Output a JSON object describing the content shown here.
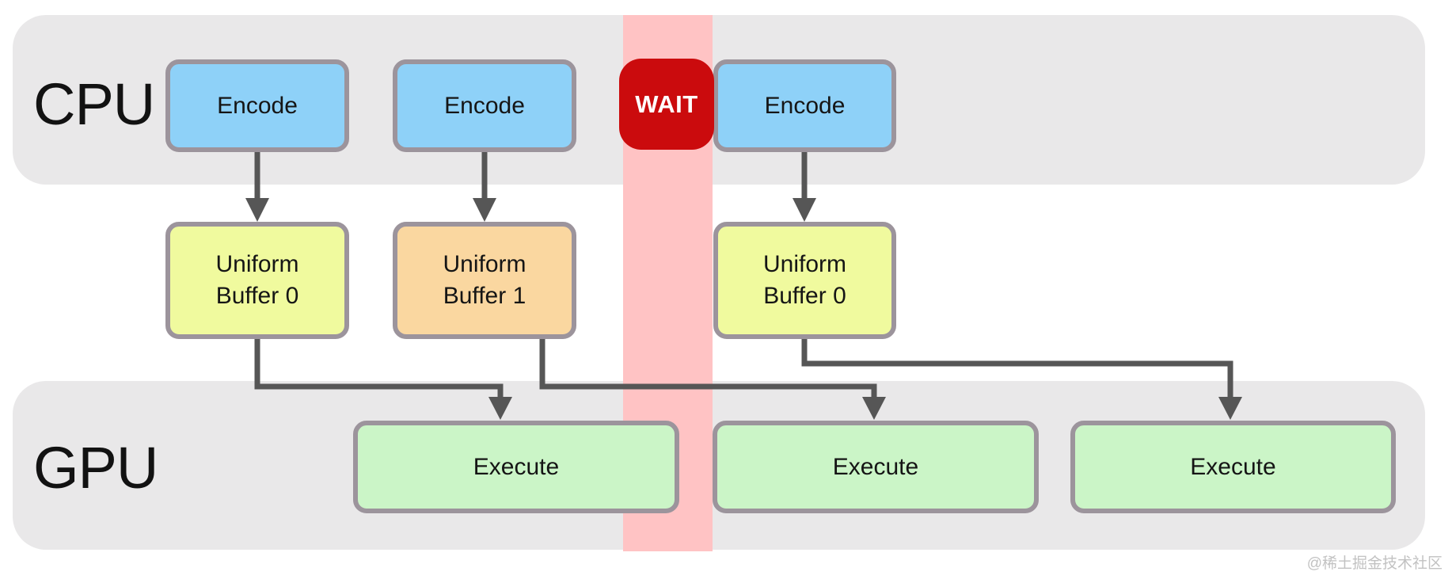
{
  "colors": {
    "lane-gray": "#E9E8E9",
    "stall-pink": "#FFC3C4",
    "node-border": "#9C949C",
    "encode-blue": "#8ED1F8",
    "buffer-yellow": "#F0FA9E",
    "buffer-orange": "#FAD7A0",
    "execute-green": "#CBF5C7",
    "wait-red": "#CB0B0D",
    "arrow-gray": "#565656",
    "text-black": "#151515",
    "watermark-gray": "#C2C2C2"
  },
  "lanes": {
    "cpu": {
      "label": "CPU"
    },
    "gpu": {
      "label": "GPU"
    }
  },
  "nodes": {
    "encode_1": {
      "label": "Encode"
    },
    "encode_2": {
      "label": "Encode"
    },
    "encode_3": {
      "label": "Encode"
    },
    "wait": {
      "label": "WAIT"
    },
    "uniform_buffer_0a": {
      "label": "Uniform Buffer 0"
    },
    "uniform_buffer_1": {
      "label": "Uniform Buffer 1"
    },
    "uniform_buffer_0b": {
      "label": "Uniform Buffer 0"
    },
    "execute_1": {
      "label": "Execute"
    },
    "execute_2": {
      "label": "Execute"
    },
    "execute_3": {
      "label": "Execute"
    }
  },
  "edges": [
    {
      "from": "encode_1",
      "to": "uniform_buffer_0a"
    },
    {
      "from": "encode_2",
      "to": "uniform_buffer_1"
    },
    {
      "from": "encode_3",
      "to": "uniform_buffer_0b"
    },
    {
      "from": "uniform_buffer_0a",
      "to": "execute_1"
    },
    {
      "from": "uniform_buffer_1",
      "to": "execute_2"
    },
    {
      "from": "uniform_buffer_0b",
      "to": "execute_3"
    }
  ],
  "watermark": "@稀土掘金技术社区"
}
